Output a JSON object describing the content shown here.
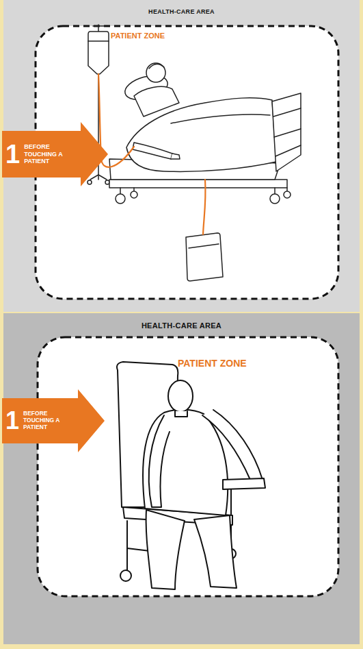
{
  "diagram": {
    "nodes": [
      {
        "text": [
          "HEALTH-CARE AREA"
        ]
      },
      {
        "text": [
          "PATIENT ZONE"
        ],
        "in": 0
      },
      {
        "text": [
          "1",
          "BEFORE TOUCHING A PATIENT"
        ],
        "in": 0
      },
      {
        "text": [
          "HEALTH-CARE AREA"
        ]
      },
      {
        "text": [
          "PATIENT ZONE"
        ],
        "in": 3
      },
      {
        "text": [
          "1",
          "BEFORE TOUCHING A PATIENT"
        ],
        "in": 3
      }
    ]
  }
}
